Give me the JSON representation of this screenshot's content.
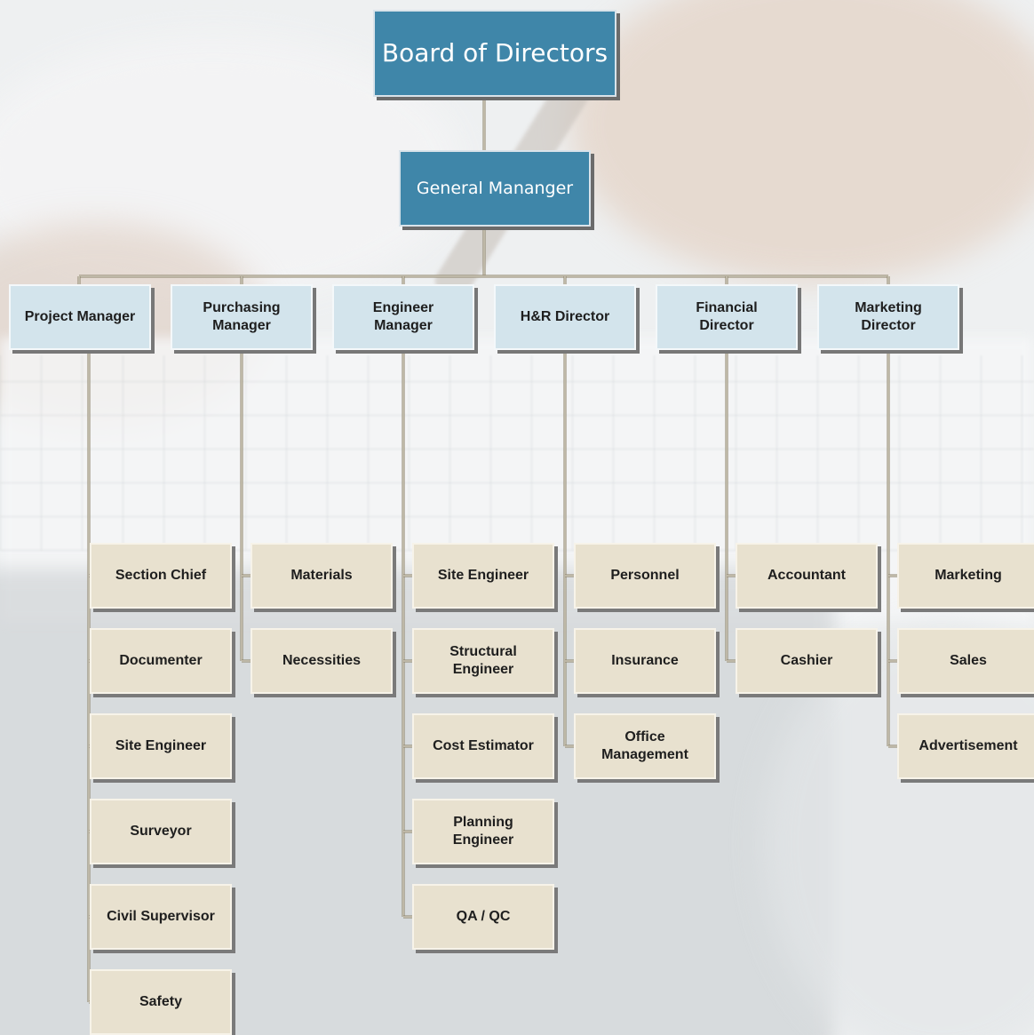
{
  "org_chart": {
    "top": {
      "label": "Board of Directors"
    },
    "gm": {
      "label": "General Mananger"
    },
    "departments": [
      {
        "label": "Project Manager",
        "children": [
          "Section Chief",
          "Documenter",
          "Site Engineer",
          "Surveyor",
          "Civil Supervisor",
          "Safety"
        ]
      },
      {
        "label": "Purchasing\nManager",
        "children": [
          "Materials",
          "Necessities"
        ]
      },
      {
        "label": "Engineer\nManager",
        "children": [
          "Site Engineer",
          "Structural\nEngineer",
          "Cost Estimator",
          "Planning\nEngineer",
          "QA / QC"
        ]
      },
      {
        "label": "H&R Director",
        "children": [
          "Personnel",
          "Insurance",
          "Office\nManagement"
        ]
      },
      {
        "label": "Financial\nDirector",
        "children": [
          "Accountant",
          "Cashier"
        ]
      },
      {
        "label": "Marketing\nDirector",
        "children": [
          "Marketing",
          "Sales",
          "Advertisement"
        ]
      }
    ]
  },
  "colors": {
    "top_box": "#3f86a9",
    "manager_box": "#d3e4ec",
    "leaf_box": "#e8e1cf",
    "connector": "#8a8068"
  }
}
